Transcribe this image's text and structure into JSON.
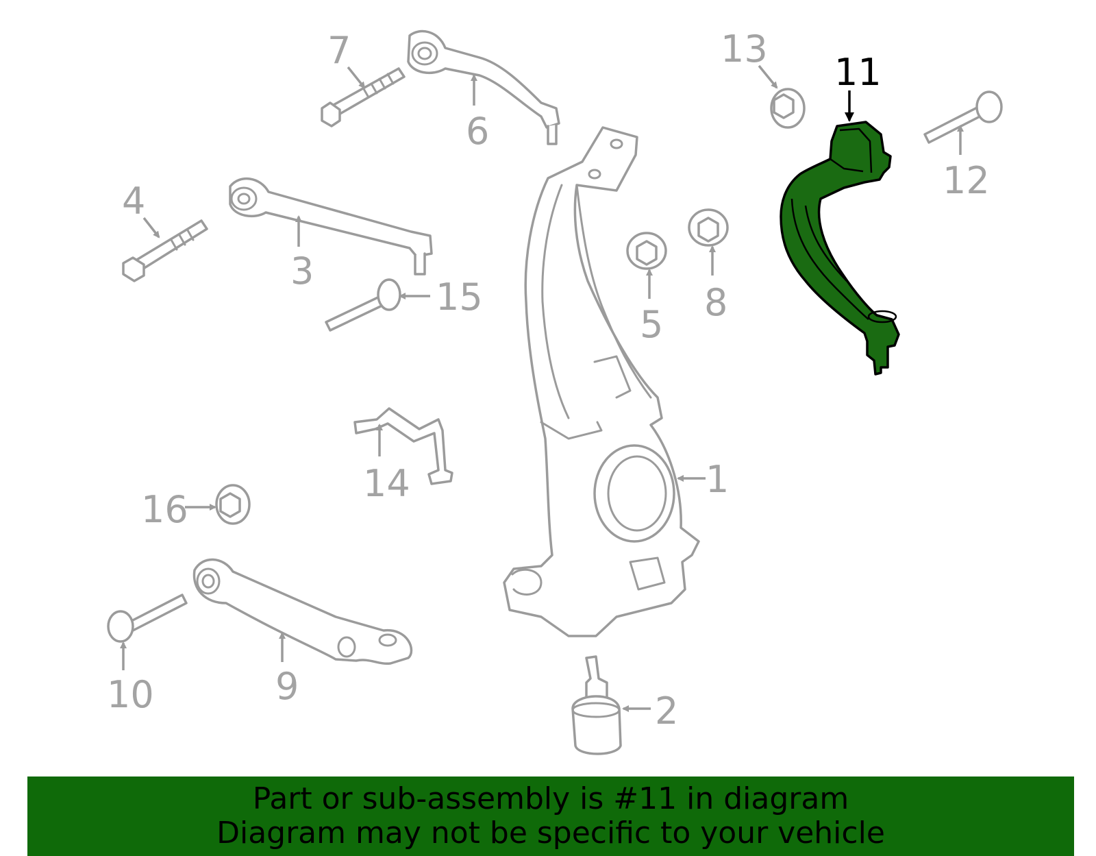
{
  "diagram": {
    "highlighted_part": "11",
    "colors": {
      "highlight": "#1a6b12",
      "banner": "#0f6a09",
      "parts": "#9b9b9b",
      "callout_text": "#a3a3a3"
    },
    "callouts": {
      "c1": "1",
      "c2": "2",
      "c3": "3",
      "c4": "4",
      "c5": "5",
      "c6": "6",
      "c7": "7",
      "c8": "8",
      "c9": "9",
      "c10": "10",
      "c11": "11",
      "c12": "12",
      "c13": "13",
      "c14": "14",
      "c15": "15",
      "c16": "16"
    }
  },
  "banner": {
    "line1": "Part or sub-assembly is #11 in diagram",
    "line2": "Diagram may not be specific to your vehicle"
  }
}
